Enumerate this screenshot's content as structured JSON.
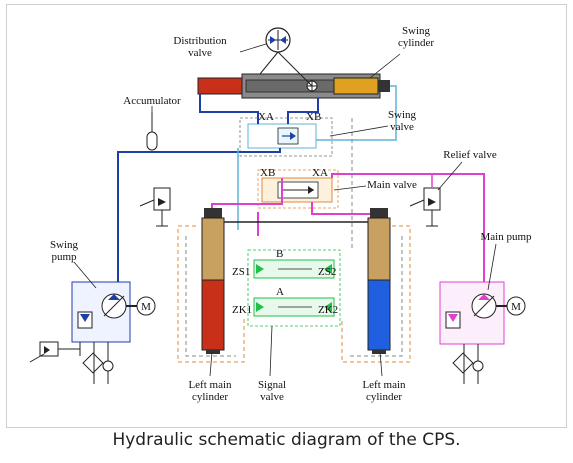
{
  "caption": "Hydraulic schematic diagram of the CPS.",
  "labels": {
    "distribution_valve": [
      "Distribution",
      "valve"
    ],
    "swing_cylinder": [
      "Swing",
      "cylinder"
    ],
    "accumulator": "Accumulator",
    "swing_valve": [
      "Swing",
      "valve"
    ],
    "relief_valve": "Relief valve",
    "main_valve": "Main valve",
    "swing_pump": [
      "Swing",
      "pump"
    ],
    "main_pump": "Main pump",
    "left_main_cylinder_1": [
      "Left main",
      "cylinder"
    ],
    "signal_valve": [
      "Signal",
      "valve"
    ],
    "left_main_cylinder_2": [
      "Left main",
      "cylinder"
    ]
  },
  "codes": {
    "xa_top": "XA",
    "xb_top": "XB",
    "xb_main": "XB",
    "xa_main": "XA",
    "b": "B",
    "a": "A",
    "zs1": "ZS1",
    "zs2": "ZS2",
    "zk1": "ZK1",
    "zk2": "ZK2",
    "motor_left": "M",
    "motor_right": "M"
  },
  "colors": {
    "blue_line": "#1f3fa8",
    "cyan_line": "#5fb3d9",
    "magenta_line": "#e040d0",
    "green_valve": "#22c04a",
    "orange_dash": "#e08a3a",
    "red_cylinder": "#c8301a",
    "blue_cylinder": "#2060e0",
    "gold_cylinder": "#c8a060"
  }
}
